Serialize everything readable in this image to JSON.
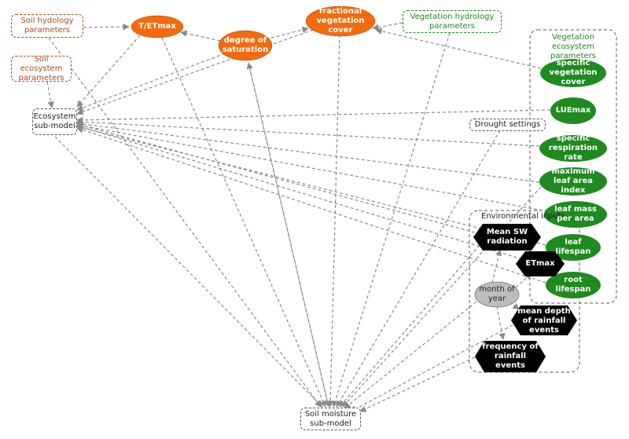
{
  "nodes": {
    "soil_hydrology": "Soil hydology parameters",
    "soil_ecosystem": "Soil ecosystem parameters",
    "ecosystem_submodel": "Ecosystem sub-model",
    "t_etmax": "T/ETmax",
    "degree_saturation": "degree of saturation",
    "fractional_veg_cover": "fractional vegetation cover",
    "veg_hydrology": "Vegetation hydrology parameters",
    "veg_ecosystem_params": "Vegetation ecosystem parameters",
    "specific_veg_cover": "specific vegetation cover",
    "luemax": "LUEmax",
    "drought_settings": "Drought settings",
    "specific_resp_rate": "specific respiration rate",
    "max_leaf_area_index": "maximum leaf area index",
    "leaf_mass_per_area": "leaf mass per area",
    "leaf_lifespan": "leaf lifespan",
    "root_lifespan": "root lifespan",
    "environmental_inputs": "Environmental inputs",
    "mean_sw_radiation": "Mean SW radiation",
    "etmax": "ETmax",
    "month_of_year": "month of year",
    "mean_depth_rainfall": "mean depth of rainfall events",
    "frequency_rainfall": "frequency of rainfall events",
    "soil_moisture_submodel": "Soil moisture sub-model"
  },
  "colors": {
    "orange_node": "#f26b0f",
    "green_node": "#1f8a1f",
    "hex_node": "#000000",
    "grey_node": "#bdbdbd",
    "brown_text": "#b04a1a",
    "green_text": "#1c8a1c",
    "edge": "#8a8a8a"
  }
}
